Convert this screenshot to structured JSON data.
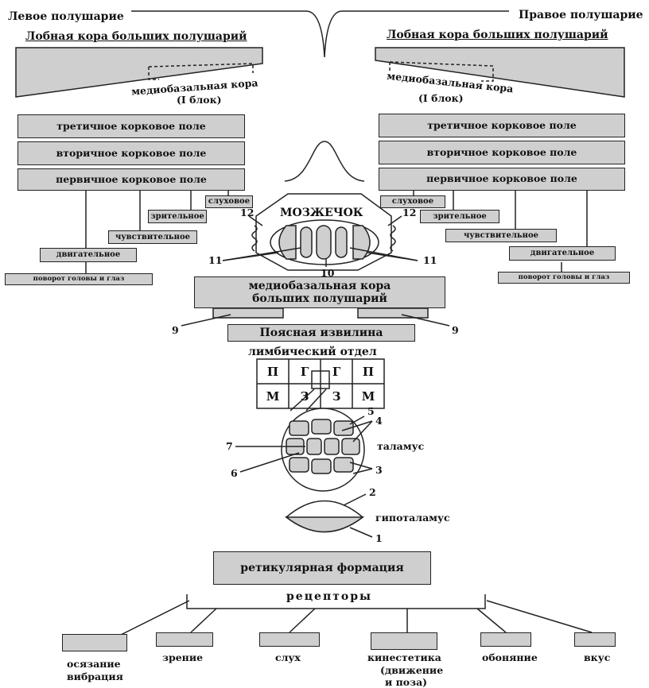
{
  "header": {
    "left_hemisphere": "Левое полушарие",
    "right_hemisphere": "Правое полушарие",
    "frontal_cortex_left": "Лобная кора больших полушарий",
    "frontal_cortex_right": "Лобная кора больших полушарий"
  },
  "mediobasal": {
    "left_line1": "медиобазальная кора",
    "left_line2": "(I блок)",
    "right_line1": "медиобазальная кора",
    "right_line2": "(I блок)"
  },
  "cortical_fields": {
    "tertiary": "третичное корковое поле",
    "secondary": "вторичное корковое поле",
    "primary": "первичное корковое поле"
  },
  "branches": {
    "auditory": "слуховое",
    "visual": "зрительное",
    "sensory": "чувствительное",
    "motor": "двигательное",
    "head_eye": "поворот головы и глаз"
  },
  "cerebellum": {
    "label": "МОЗЖЕЧОК"
  },
  "numbers": {
    "n1": "1",
    "n2": "2",
    "n3": "3",
    "n4": "4",
    "n5": "5",
    "n6": "6",
    "n7": "7",
    "n9": "9",
    "n10": "10",
    "n11": "11",
    "n12": "12"
  },
  "mediobasal_center": {
    "line1": "медиобазальная кора",
    "line2": "больших полушарий"
  },
  "cingulate": "Поясная извилина",
  "limbic": "лимбический отдел",
  "grid": {
    "r1": [
      "П",
      "Г",
      "Г",
      "П"
    ],
    "r2": [
      "М",
      "З",
      "З",
      "М"
    ]
  },
  "thalamus": "таламус",
  "hypothalamus": "гипоталамус",
  "reticular": "ретикулярная формация",
  "receptors": {
    "title": "рецепторы",
    "touch_line1": "осязание",
    "touch_line2": "вибрация",
    "vision": "зрение",
    "hearing": "слух",
    "kin_line1": "кинестетика",
    "kin_line2": "(движение",
    "kin_line3": "и поза)",
    "smell": "обоняние",
    "taste": "вкус"
  }
}
